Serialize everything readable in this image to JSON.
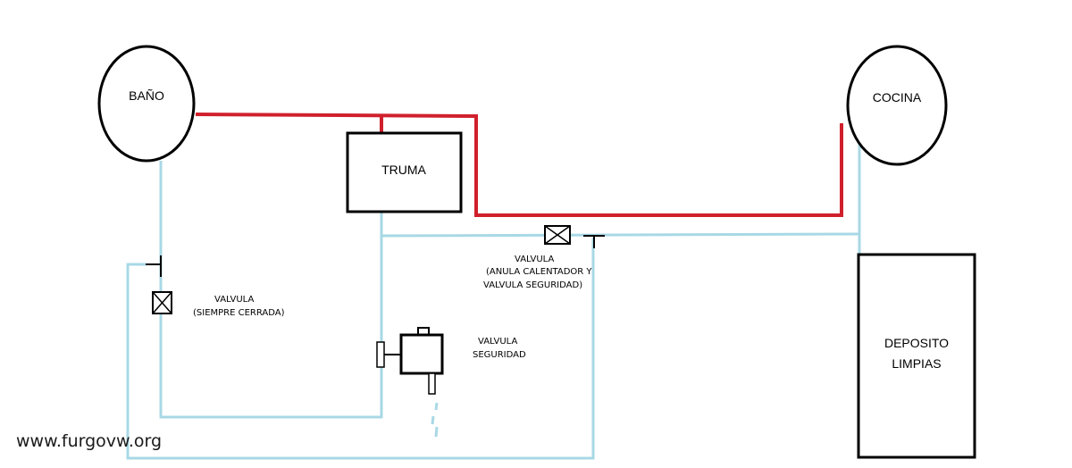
{
  "nodes": {
    "bano": "BAÑO",
    "cocina": "COCINA",
    "truma": "TRUMA",
    "deposito": [
      "DEPOSITO",
      "LIMPIAS"
    ]
  },
  "annotations": {
    "valve_closed": [
      "VALVULA",
      "(SIEMPRE CERRADA)"
    ],
    "valve_bypass": [
      "VALVULA",
      "(ANULA CALENTADOR Y",
      "VALVULA SEGURIDAD)"
    ],
    "valve_safety": [
      "VALVULA",
      "SEGURIDAD"
    ]
  },
  "watermark": "www.furgovw.org",
  "colors": {
    "hot_water": "#d0202c",
    "cold_water": "#a8d8e6",
    "outline": "#000000"
  }
}
